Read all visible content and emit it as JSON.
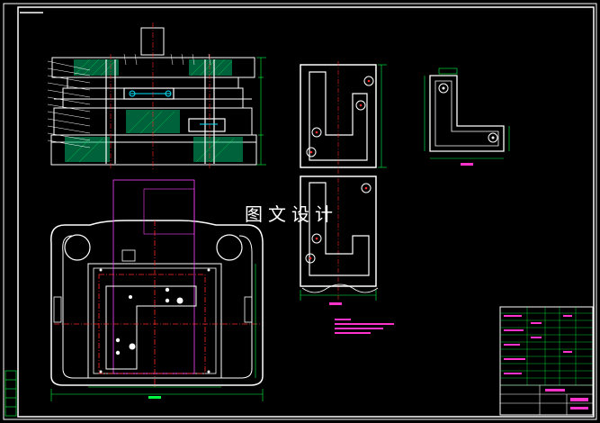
{
  "drawing": {
    "watermark_text": "图文设计",
    "colors": {
      "background": "#000000",
      "frame": "#ffffff",
      "outline": "#ffffff",
      "centerline": "#ff2a2a",
      "dimension": "#00ff44",
      "hidden": "#ff44ff",
      "accent_cyan": "#00e5ff",
      "title_fill": "#ff33cc"
    }
  },
  "views": [
    {
      "name": "front-section-view"
    },
    {
      "name": "plan-view"
    },
    {
      "name": "punch-front-view"
    },
    {
      "name": "punch-side-view"
    },
    {
      "name": "part-view"
    }
  ],
  "title_block": {
    "label": "title-block"
  }
}
